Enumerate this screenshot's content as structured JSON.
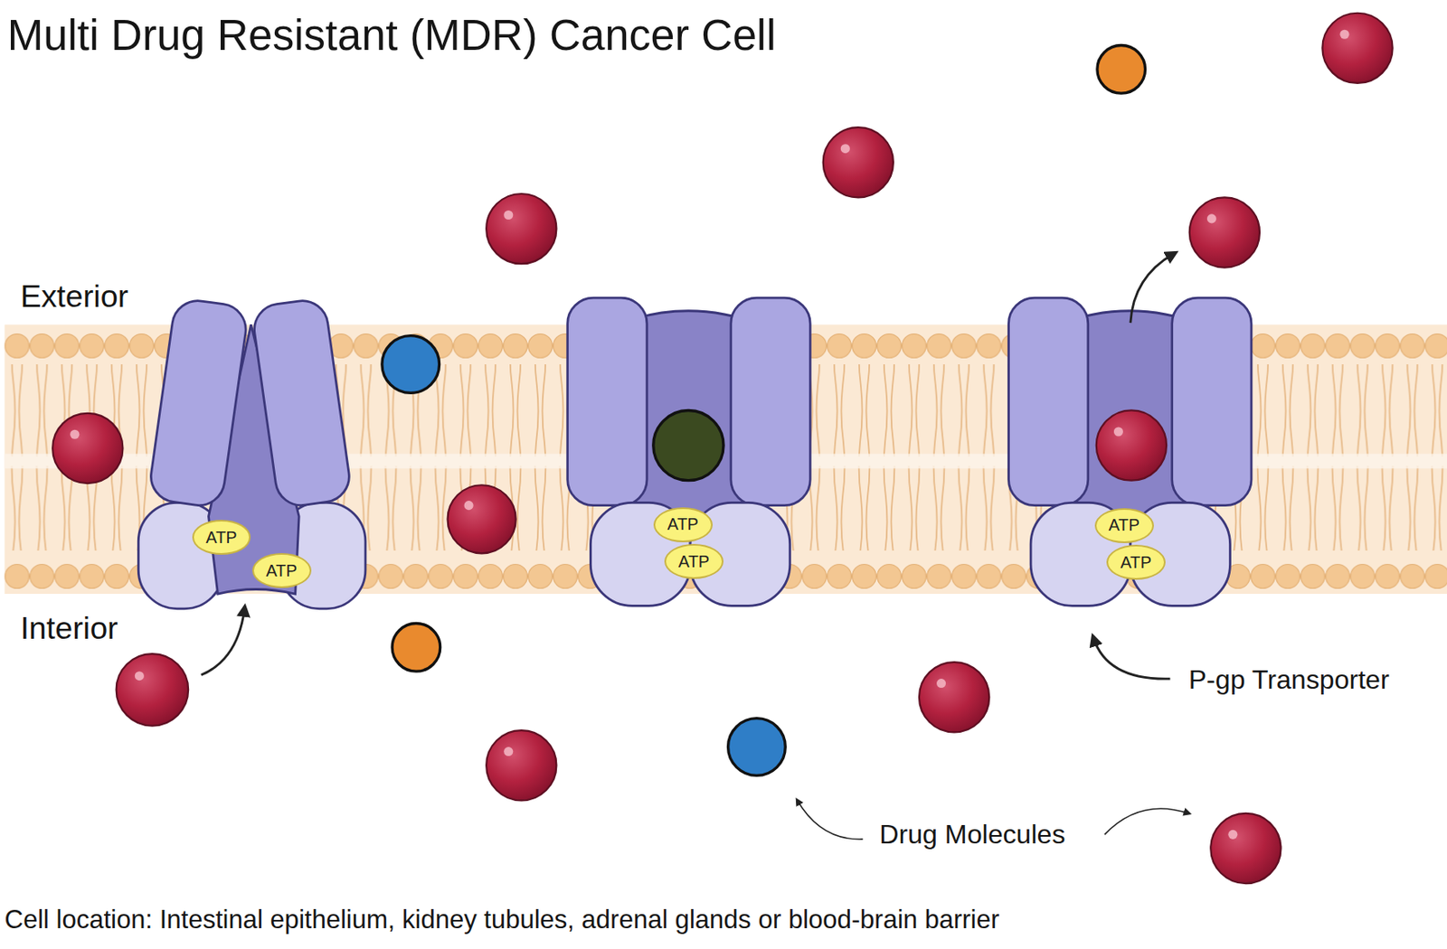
{
  "diagram": {
    "title": "Multi Drug Resistant (MDR) Cancer Cell",
    "caption": "Cell location: Intestinal epithelium, kidney tubules, adrenal glands or blood-brain barrier",
    "nodes": [
      {
        "text": [
          "ATP"
        ]
      },
      {
        "text": [
          "ATP"
        ]
      },
      {
        "text": [
          "ATP"
        ]
      },
      {
        "text": [
          "ATP"
        ]
      },
      {
        "text": [
          "ATP"
        ]
      },
      {
        "text": [
          "ATP"
        ]
      }
    ],
    "labels": [
      "Exterior",
      "Interior",
      "P-gp Transporter",
      "Drug Molecules"
    ]
  }
}
